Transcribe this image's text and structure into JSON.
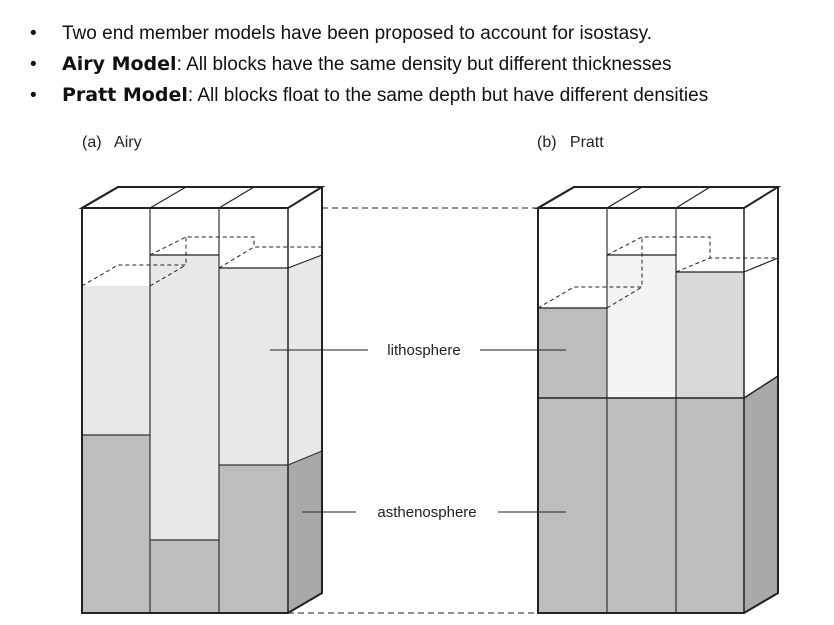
{
  "bullets": [
    {
      "bold": "",
      "text": "Two end member models have been proposed to account for isostasy."
    },
    {
      "bold": "Airy Model",
      "text": ": All blocks have the same density but different thicknesses"
    },
    {
      "bold": "Pratt Model",
      "text": ": All blocks float to the same depth but have different densities"
    }
  ],
  "bullet_glyph": "•",
  "panel_a": {
    "label": "(a)",
    "name": "Airy"
  },
  "panel_b": {
    "label": "(b)",
    "name": "Pratt"
  },
  "labels": {
    "lithosphere": "lithosphere",
    "asthenosphere": "asthenosphere"
  },
  "colors": {
    "asthenosphere": "#bdbdbd",
    "asthenosphere_side": "#a9a9a9",
    "airy_lithosphere": "#e8e8e8",
    "pratt_dense": "#bdbdbd",
    "pratt_light": "#f3f3f3",
    "pratt_medium": "#d9d9d9",
    "outline": "#222222"
  }
}
